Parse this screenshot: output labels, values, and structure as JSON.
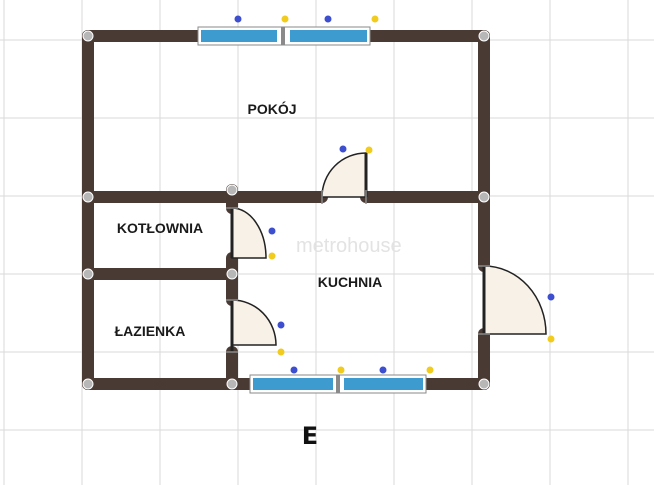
{
  "rooms": {
    "pokoj": "POKÓJ",
    "kotlownia": "KOTŁOWNIA",
    "kuchnia": "KUCHNIA",
    "lazienka": "ŁAZIENKA"
  },
  "compass": "E",
  "watermark": "metrohouse",
  "colors": {
    "wall": "#4a3a34",
    "window": "#3d9bd0",
    "door_fill": "#f8f1e8",
    "handle_blue": "#3d4fcf",
    "handle_yellow": "#f1cc1e",
    "grid": "#dadada",
    "node": "#b7b7b7"
  }
}
